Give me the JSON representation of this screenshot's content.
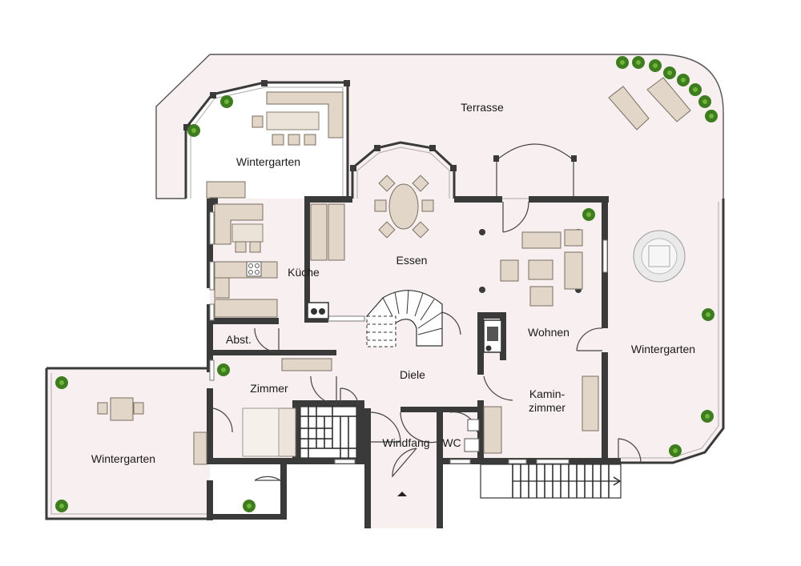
{
  "rooms": {
    "terrasse": "Terrasse",
    "wintergarten_top": "Wintergarten",
    "kueche": "Küche",
    "essen": "Essen",
    "wohnen": "Wohnen",
    "wintergarten_right": "Wintergarten",
    "abst": "Abst.",
    "diele": "Diele",
    "zimmer": "Zimmer",
    "kaminzimmer_line1": "Kamin-",
    "kaminzimmer_line2": "zimmer",
    "wintergarten_left": "Wintergarten",
    "windfang": "Windfang",
    "wc": "WC"
  },
  "colors": {
    "floor": "#f8eff0",
    "wall": "#3a3a3a",
    "furniture": "#e2d6c8",
    "plant": "#3e7d1f"
  }
}
